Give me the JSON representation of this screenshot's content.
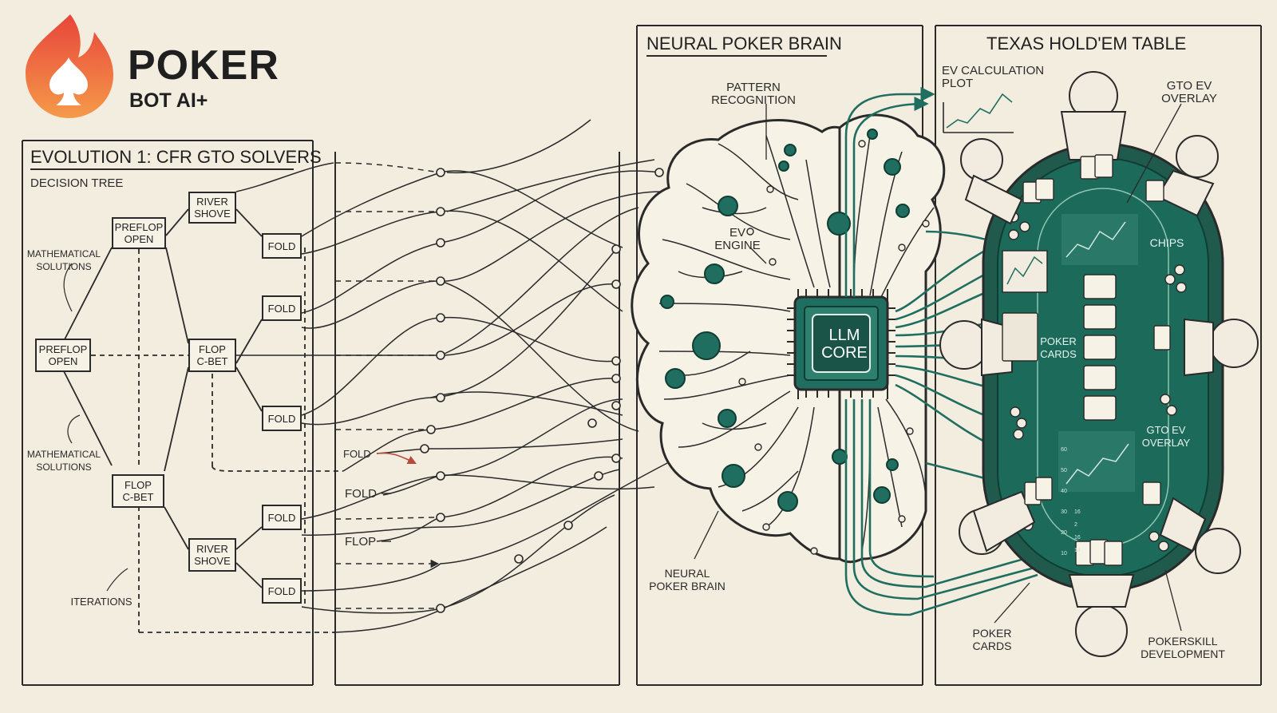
{
  "brand": {
    "line1": "POKER",
    "line2": "BOT AI+"
  },
  "colors": {
    "accent_orange": "#f26a3a",
    "accent_red": "#e8453a",
    "teal": "#1f6e5f",
    "felt": "#1c5c4f",
    "ink": "#2a2a2a",
    "paper": "#f3ede0"
  },
  "panels": {
    "solvers": {
      "title": "EVOLUTION 1: CFR GTO SOLVERS",
      "subtitle": "DECISION TREE"
    },
    "brain": {
      "title": "NEURAL POKER BRAIN"
    },
    "table": {
      "title": "TEXAS HOLD'EM TABLE"
    }
  },
  "tree": {
    "root": "PREFLOP\nOPEN",
    "preflop_open_top": "PREFLOP\nOPEN",
    "river_shove_top": "RIVER\nSHOVE",
    "fold_1": "FOLD",
    "fold_2": "FOLD",
    "flop_cbet_mid": "FLOP\nC-BET",
    "fold_3": "FOLD",
    "flop_cbet_low": "FLOP\nC-BET",
    "fold_4": "FOLD",
    "river_shove_low": "RIVER\nSHOVE",
    "fold_5": "FOLD"
  },
  "tree_annotations": {
    "math_top": "MATHEMATICAL\nSOLUTIONS",
    "math_bottom": "MATHEMATICAL\nSOLUTIONS",
    "iterations": "ITERATIONS",
    "fold_a": "FOLD",
    "fold_b": "FOLD",
    "flop": "FLOP"
  },
  "brain": {
    "pattern": "PATTERN\nRECOGNITION",
    "ev_engine": "EV\nENGINE",
    "core": "LLM\nCORE",
    "neural": "NEURAL\nPOKER BRAIN"
  },
  "table": {
    "ev_plot": "EV CALCULATION\nPLOT",
    "gto_overlay_top": "GTO EV\nOVERLAY",
    "chips": "CHIPS",
    "poker_cards_mid": "POKER\nCARDS",
    "gto_overlay_mid": "GTO EV\nOVERLAY",
    "poker_cards_bottom": "POKER\nCARDS",
    "pokerskill": "POKERSKILL\nDEVELOPMENT"
  },
  "chart_axis": {
    "ticks": [
      "60",
      "50",
      "40",
      "30",
      "20",
      "10",
      "16",
      "2",
      "16",
      "14"
    ]
  }
}
